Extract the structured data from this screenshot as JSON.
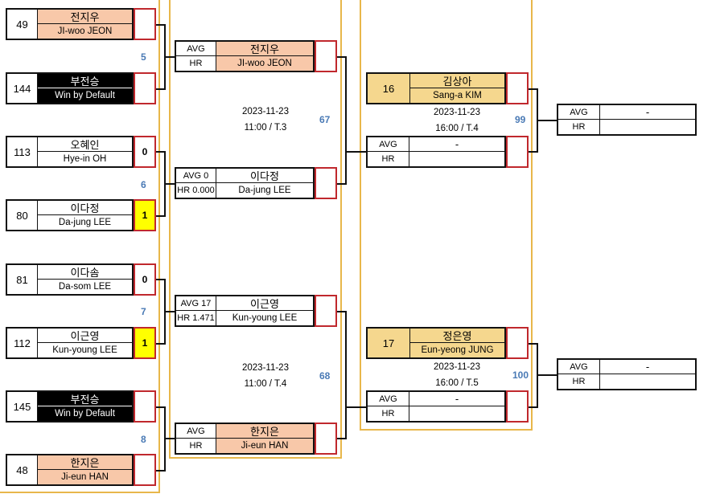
{
  "round1": [
    {
      "seed": "49",
      "name": "전지우",
      "eng": "JI-woo JEON",
      "style": "peach",
      "score": ""
    },
    {
      "seed": "144",
      "name": "부전승",
      "eng": "Win by Default",
      "style": "black",
      "score": ""
    },
    {
      "seed": "113",
      "name": "오혜인",
      "eng": "Hye-in OH",
      "style": "white",
      "score": "0"
    },
    {
      "seed": "80",
      "name": "이다정",
      "eng": "Da-jung LEE",
      "style": "white",
      "score": "1"
    },
    {
      "seed": "81",
      "name": "이다솜",
      "eng": "Da-som LEE",
      "style": "white",
      "score": "0"
    },
    {
      "seed": "112",
      "name": "이근영",
      "eng": "Kun-young LEE",
      "style": "white",
      "score": "1"
    },
    {
      "seed": "145",
      "name": "부전승",
      "eng": "Win by Default",
      "style": "black",
      "score": ""
    },
    {
      "seed": "48",
      "name": "한지은",
      "eng": "Ji-eun HAN",
      "style": "peach",
      "score": ""
    }
  ],
  "round1_matches": [
    "5",
    "6",
    "7",
    "8"
  ],
  "round2": [
    {
      "avg": "AVG",
      "hr": "HR",
      "name": "전지우",
      "eng": "JI-woo JEON",
      "style": "peach"
    },
    {
      "avg": "AVG 0",
      "hr": "HR 0.000",
      "name": "이다정",
      "eng": "Da-jung LEE",
      "style": "white"
    },
    {
      "avg": "AVG 17",
      "hr": "HR 1.471",
      "name": "이근영",
      "eng": "Kun-young LEE",
      "style": "white"
    },
    {
      "avg": "AVG",
      "hr": "HR",
      "name": "한지은",
      "eng": "Ji-eun HAN",
      "style": "peach"
    }
  ],
  "round2_matches": [
    {
      "no": "67",
      "date": "2023-11-23",
      "time": "11:00 / T.3"
    },
    {
      "no": "68",
      "date": "2023-11-23",
      "time": "11:00 / T.4"
    }
  ],
  "round3": [
    {
      "seed": "16",
      "name": "김상아",
      "eng": "Sang-a KIM"
    },
    {
      "avg": "AVG",
      "hr": "HR",
      "name": "-"
    },
    {
      "seed": "17",
      "name": "정은영",
      "eng": "Eun-yeong JUNG"
    },
    {
      "avg": "AVG",
      "hr": "HR",
      "name": "-"
    }
  ],
  "round3_matches": [
    {
      "no": "99",
      "date": "2023-11-23",
      "time": "16:00 / T.4"
    },
    {
      "no": "100",
      "date": "2023-11-23",
      "time": "16:00 / T.5"
    }
  ],
  "round4": [
    {
      "avg": "AVG",
      "hr": "HR",
      "name": "-"
    },
    {
      "avg": "AVG",
      "hr": "HR",
      "name": "-"
    }
  ],
  "colors": {
    "accent_frame": "#e8b74a",
    "red_border": "#c0282d",
    "match_no": "#4a7ab5",
    "peach": "#f8c8a9",
    "gold": "#f5d78e",
    "win_yellow": "#ffff00"
  }
}
